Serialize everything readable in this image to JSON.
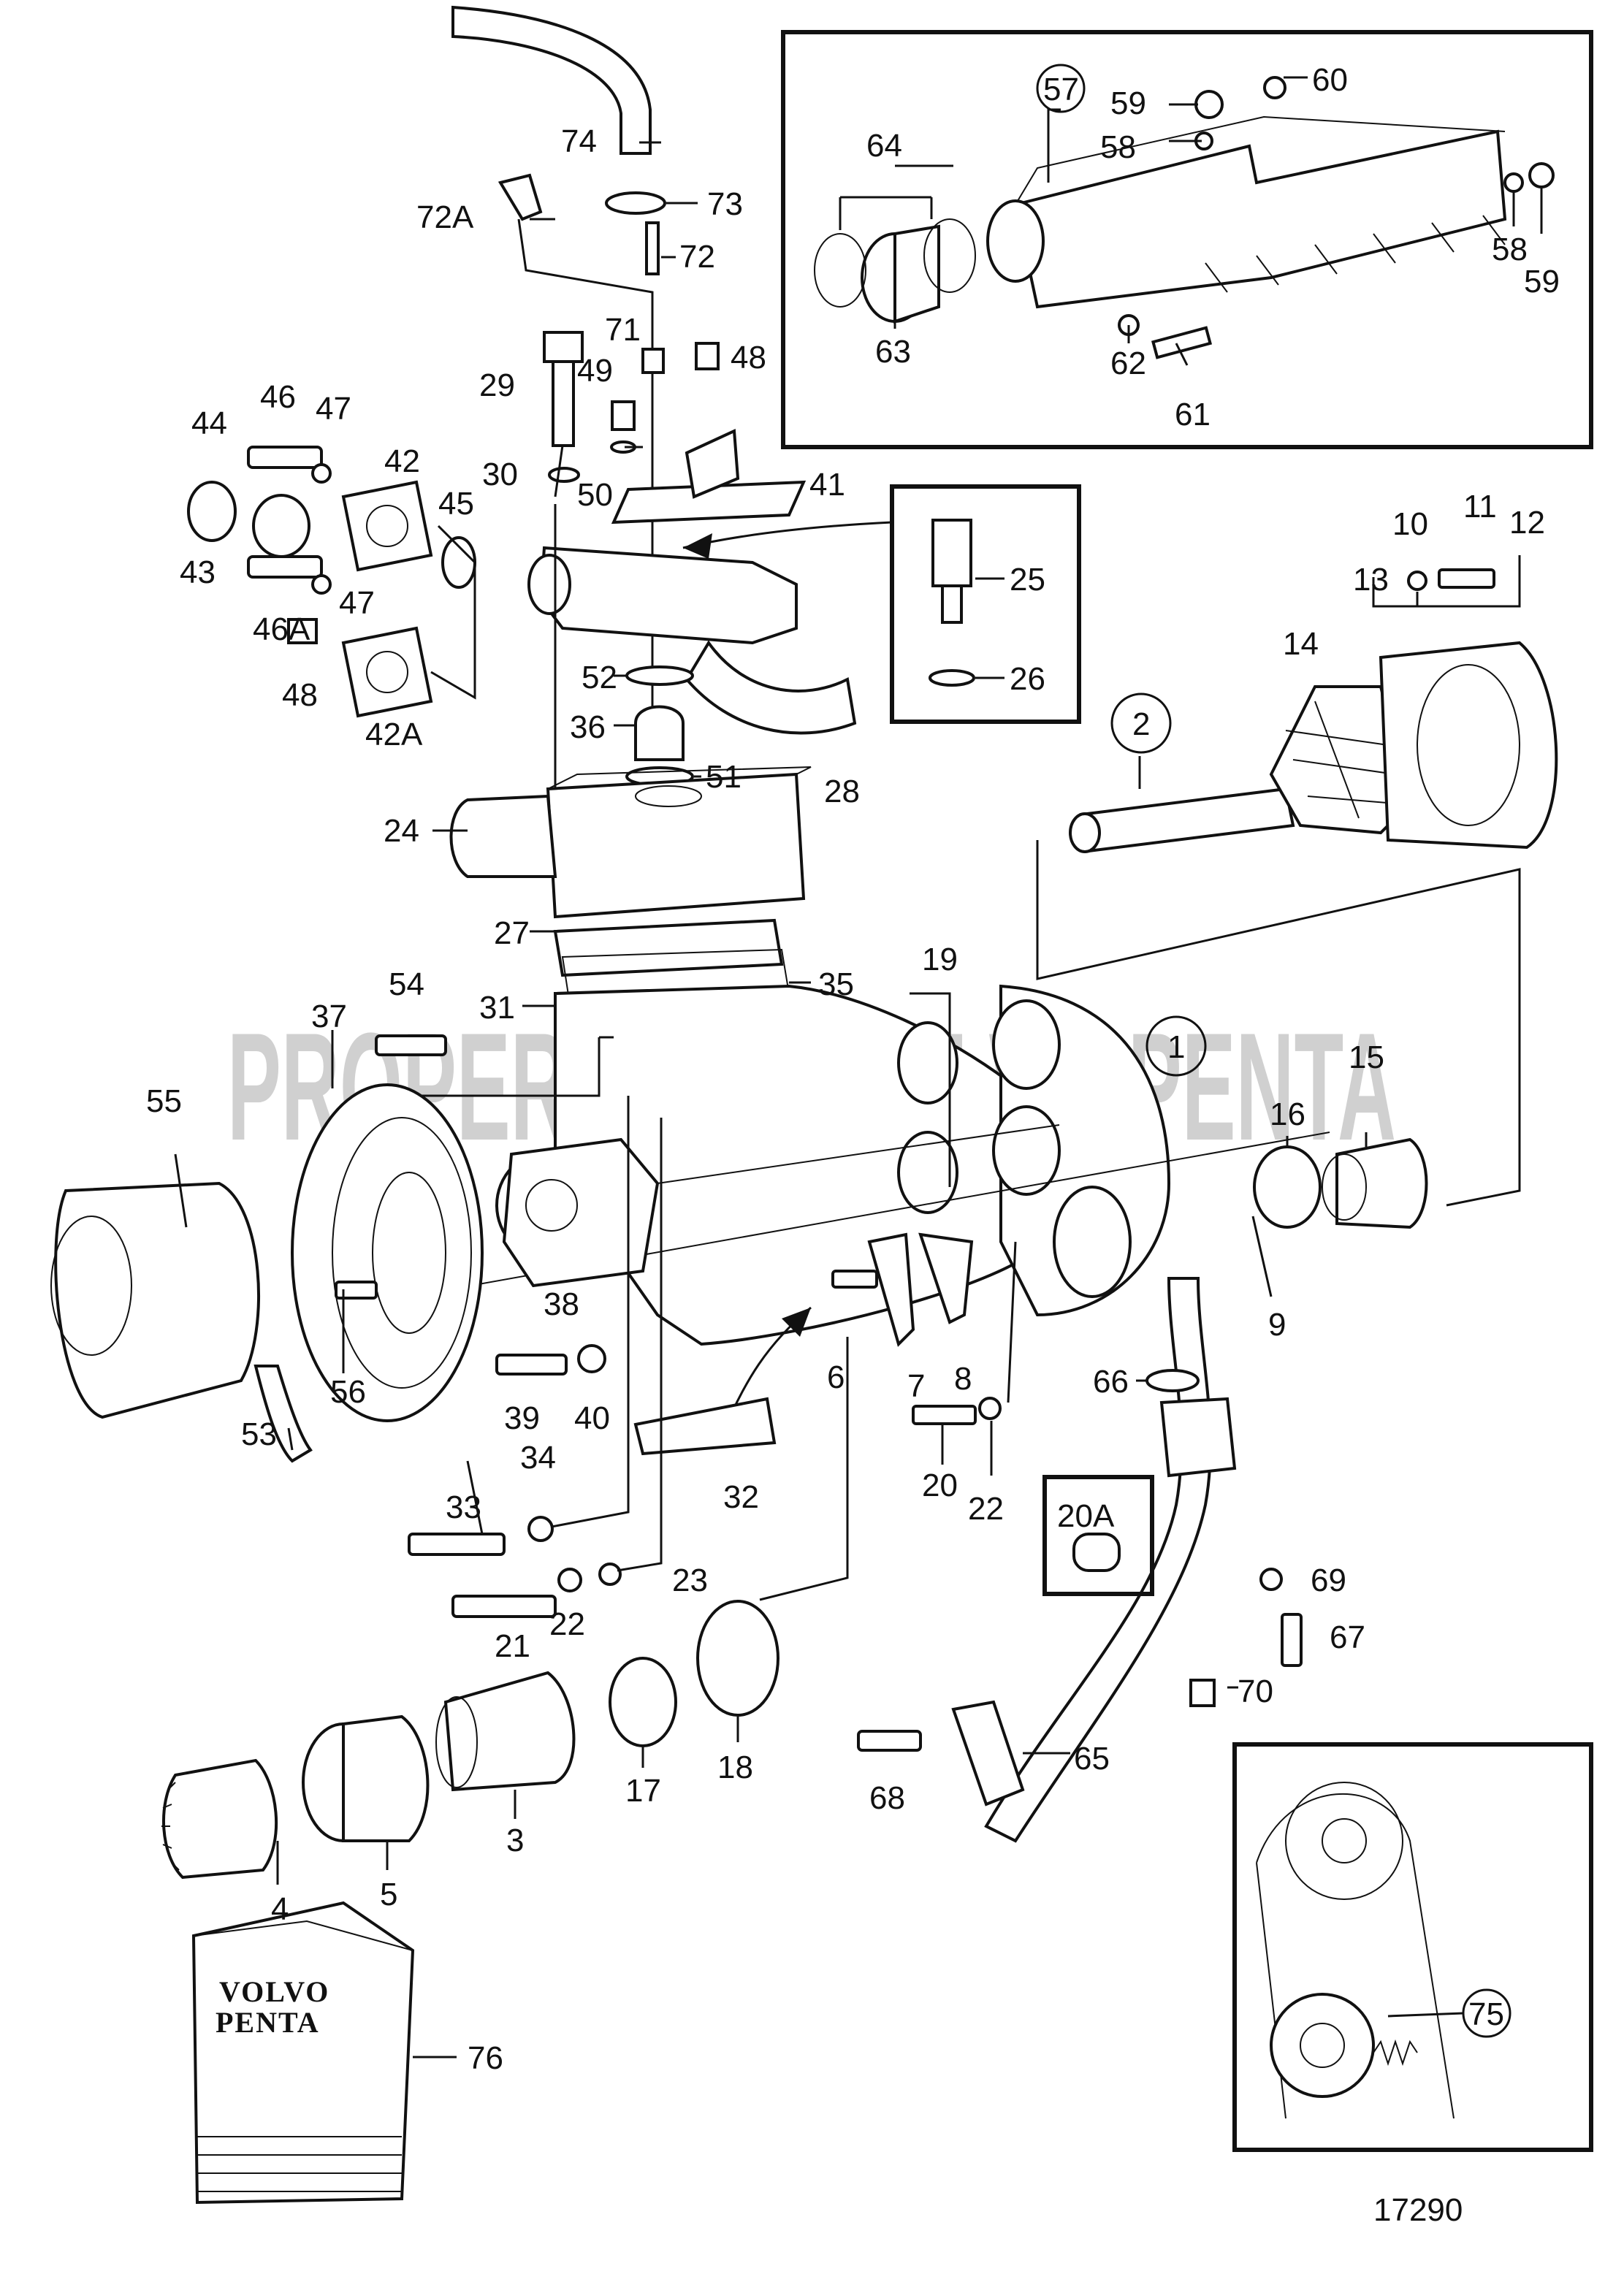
{
  "figure_number": "17290",
  "watermark": "PROPERTY OF VOLVO PENTA",
  "brand_packaging": {
    "line1": "VOLVO",
    "line2": "PENTA"
  },
  "callouts": {
    "c1": "1",
    "c2": "2",
    "c57": "57",
    "c75": "75"
  },
  "labels": {
    "l3": "3",
    "l4": "4",
    "l5": "5",
    "l6": "6",
    "l7": "7",
    "l8": "8",
    "l9": "9",
    "l10": "10",
    "l11": "11",
    "l12": "12",
    "l13": "13",
    "l14": "14",
    "l15": "15",
    "l16": "16",
    "l17": "17",
    "l18": "18",
    "l19": "19",
    "l20": "20",
    "l20A": "20A",
    "l21": "21",
    "l22a": "22",
    "l22b": "22",
    "l23": "23",
    "l24": "24",
    "l25": "25",
    "l26": "26",
    "l27": "27",
    "l28": "28",
    "l29": "29",
    "l30": "30",
    "l31": "31",
    "l32": "32",
    "l33": "33",
    "l34": "34",
    "l35": "35",
    "l36": "36",
    "l37": "37",
    "l38": "38",
    "l39": "39",
    "l40": "40",
    "l41": "41",
    "l42": "42",
    "l42A": "42A",
    "l43": "43",
    "l44": "44",
    "l45": "45",
    "l46": "46",
    "l46A": "46A",
    "l47a": "47",
    "l47b": "47",
    "l48a": "48",
    "l48b": "48",
    "l49": "49",
    "l50": "50",
    "l51": "51",
    "l52": "52",
    "l53": "53",
    "l54": "54",
    "l55": "55",
    "l56": "56",
    "l58a": "58",
    "l58b": "58",
    "l59a": "59",
    "l59b": "59",
    "l60": "60",
    "l61": "61",
    "l62": "62",
    "l63": "63",
    "l64": "64",
    "l65": "65",
    "l66": "66",
    "l67": "67",
    "l68": "68",
    "l69": "69",
    "l70": "70",
    "l71": "71",
    "l72": "72",
    "l72A": "72A",
    "l73": "73",
    "l74": "74",
    "l76": "76"
  }
}
